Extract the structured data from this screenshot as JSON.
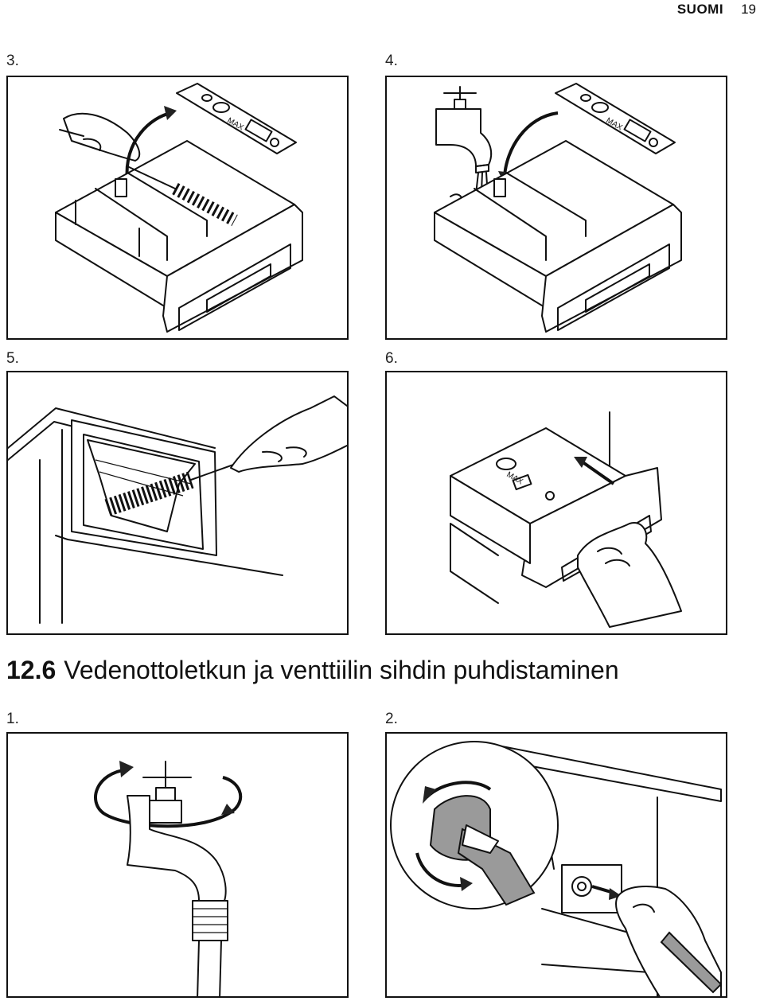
{
  "header": {
    "language": "SUOMI",
    "page_number": "19"
  },
  "steps_top": [
    {
      "label": "3."
    },
    {
      "label": "4."
    },
    {
      "label": "5."
    },
    {
      "label": "6."
    }
  ],
  "section": {
    "number": "12.6",
    "title": "Vedenottoletkun ja venttiilin sihdin puhdistaminen"
  },
  "steps_bottom": [
    {
      "label": "1."
    },
    {
      "label": "2."
    }
  ],
  "drawer_marking": "MAX"
}
